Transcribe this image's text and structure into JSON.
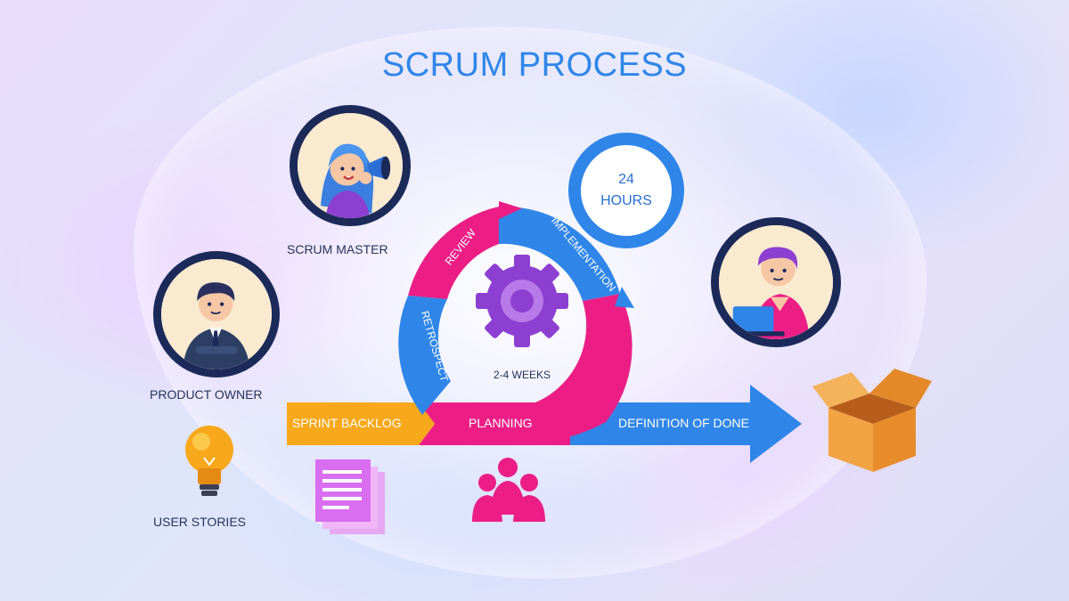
{
  "title": "SCRUM PROCESS",
  "roles": {
    "scrum_master": "SCRUM MASTER",
    "product_owner": "PRODUCT OWNER",
    "user_stories": "USER STORIES"
  },
  "cycle": {
    "daily_line1": "24",
    "daily_line2": "HOURS",
    "review": "REVIEW",
    "implementation": "IMPLEMENTATION",
    "retrospect": "RETROSPECT",
    "duration": "2-4 WEEKS"
  },
  "flow": {
    "sprint_backlog": "SPRINT BACKLOG",
    "planning": "PLANNING",
    "definition_of_done": "DEFINITION OF DONE"
  },
  "colors": {
    "blue": "#2f86e8",
    "pink": "#ec1e86",
    "orange": "#f7a81b",
    "purple": "#8d3fd2",
    "navy": "#1c2a5a"
  },
  "icons": [
    "megaphone-person",
    "businessman",
    "developer-at-laptop",
    "gear-icon",
    "lightbulb-icon",
    "documents-icon",
    "team-icon",
    "box-icon"
  ]
}
